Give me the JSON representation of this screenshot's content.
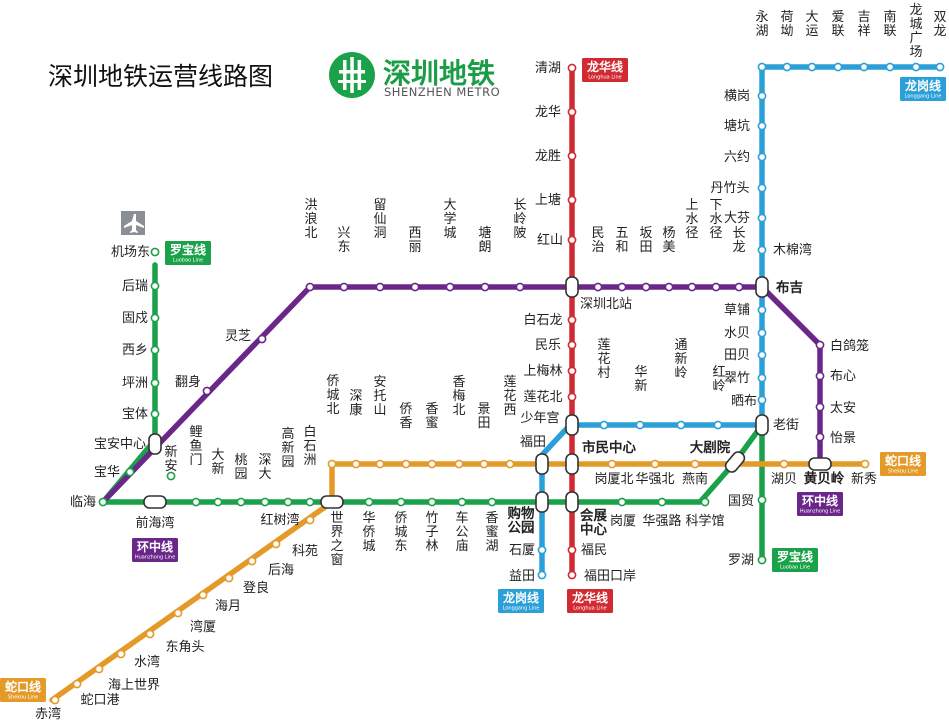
{
  "title": "深圳地铁运营线路图",
  "logo": {
    "cn": "深圳地铁",
    "en": "SHENZHEN METRO",
    "brand_color": "#1b9c46"
  },
  "colors": {
    "luobao": "#1aa14a",
    "shekou": "#e39a28",
    "longgang": "#2a9fd8",
    "longhua": "#d12a32",
    "huanzhong": "#6a2689",
    "station_fill": "#ffffff",
    "transfer_stroke": "#333333"
  },
  "icons": {
    "airport": "airplane-icon"
  },
  "lines": [
    {
      "key": "luobao",
      "name": "罗宝线",
      "en": "Luobao Line"
    },
    {
      "key": "shekou",
      "name": "蛇口线",
      "en": "Shekou Line"
    },
    {
      "key": "longgang",
      "name": "龙岗线",
      "en": "Longgang Line"
    },
    {
      "key": "longhua",
      "name": "龙华线",
      "en": "Longhua Line"
    },
    {
      "key": "huanzhong",
      "name": "环中线",
      "en": "Huanzhong Line"
    }
  ],
  "stations": {
    "luobao": [
      "机场东",
      "后瑞",
      "固戍",
      "西乡",
      "坪洲",
      "宝体",
      "宝安中心",
      "宝华",
      "临海",
      "前海湾",
      "新安",
      "鲤鱼门",
      "大新",
      "桃园",
      "深大",
      "高新园",
      "白石洲",
      "世界之窗",
      "华侨城",
      "侨城东",
      "竹子林",
      "车公庙",
      "香蜜湖",
      "购物公园",
      "会展中心",
      "岗厦",
      "华强路",
      "科学馆",
      "大剧院",
      "老街",
      "国贸",
      "罗湖"
    ],
    "shekou": [
      "赤湾",
      "蛇口港",
      "海上世界",
      "水湾",
      "东角头",
      "湾厦",
      "海月",
      "登良",
      "后海",
      "科苑",
      "红树湾",
      "侨城北",
      "深康",
      "安托山",
      "侨香",
      "香蜜",
      "香梅北",
      "景田",
      "莲花西",
      "福田",
      "市民中心",
      "岗厦北",
      "华强北",
      "燕南",
      "湖贝",
      "黄贝岭",
      "新秀"
    ],
    "longgang": [
      "益田",
      "石厦",
      "少年宫",
      "莲花村",
      "华新",
      "通新岭",
      "红岭",
      "晒布",
      "翠竹",
      "田贝",
      "水贝",
      "草铺",
      "木棉湾",
      "大芬",
      "丹竹头",
      "六约",
      "塘坑",
      "横岗",
      "永湖",
      "荷坳",
      "大运",
      "爱联",
      "吉祥",
      "南联",
      "龙城广场",
      "双龙"
    ],
    "longhua": [
      "清湖",
      "龙华",
      "龙胜",
      "上塘",
      "红山",
      "深圳北站",
      "白石龙",
      "民乐",
      "上梅林",
      "莲花北",
      "福民",
      "福田口岸"
    ],
    "huanzhong": [
      "灵芝",
      "翻身",
      "洪浪北",
      "兴东",
      "留仙洞",
      "西丽",
      "大学城",
      "塘朗",
      "长岭陂",
      "民治",
      "五和",
      "坂田",
      "杨美",
      "上水径",
      "下水径",
      "长龙",
      "布吉",
      "白鸽笼",
      "布心",
      "太安",
      "怡景"
    ]
  }
}
